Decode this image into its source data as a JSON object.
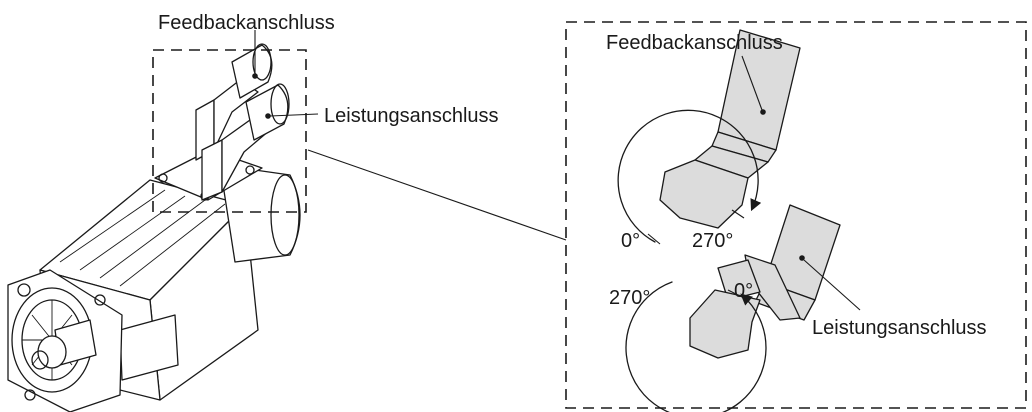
{
  "labels": {
    "feedback_main": "Feedbackanschluss",
    "power_main": "Leistungsanschluss",
    "feedback_detail": "Feedbackanschluss",
    "power_detail": "Leistungsanschluss"
  },
  "angles": {
    "top_start": "0°",
    "top_end": "270°",
    "bottom_start": "270°",
    "bottom_end": "0°"
  },
  "colors": {
    "ink": "#1a1a1a",
    "connector_fill": "#dcdcdc",
    "background": "#ffffff"
  },
  "icons": {
    "rotation_arrow": "curved-arrow-icon",
    "leader_dot": "dot-icon"
  }
}
